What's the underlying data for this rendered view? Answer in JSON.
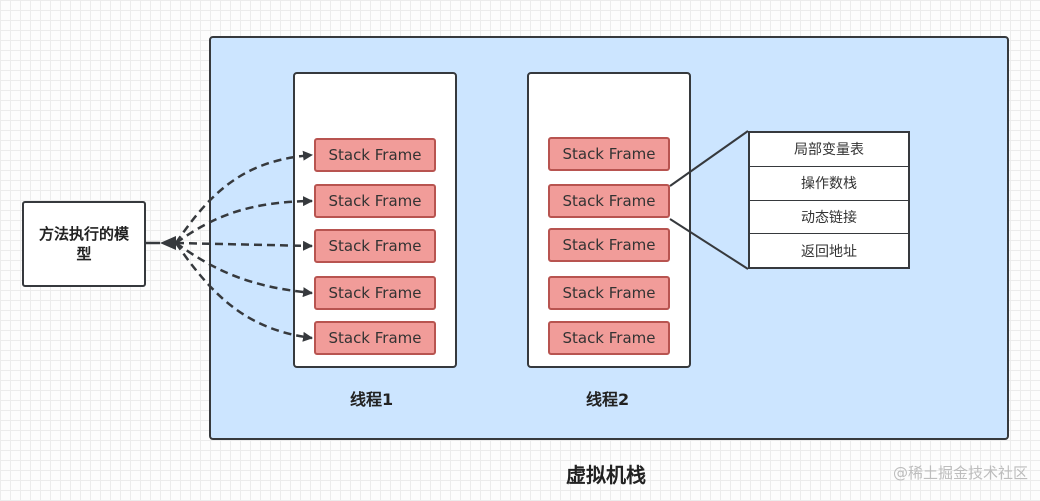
{
  "diagram": {
    "vm_stack_label": "虚拟机栈",
    "method_model_label": "方法执行的模型",
    "threads": [
      {
        "label": "线程1",
        "frames": [
          "Stack Frame",
          "Stack Frame",
          "Stack Frame",
          "Stack Frame",
          "Stack Frame"
        ]
      },
      {
        "label": "线程2",
        "frames": [
          "Stack Frame",
          "Stack Frame",
          "Stack Frame",
          "Stack Frame",
          "Stack Frame"
        ]
      }
    ],
    "frame_details": [
      "局部变量表",
      "操作数栈",
      "动态链接",
      "返回地址"
    ]
  },
  "watermark": "@稀土掘金技术社区",
  "colors": {
    "vm_background": "#cce5ff",
    "frame_fill": "#f19c99",
    "frame_border": "#b85450",
    "outline": "#36393d"
  }
}
